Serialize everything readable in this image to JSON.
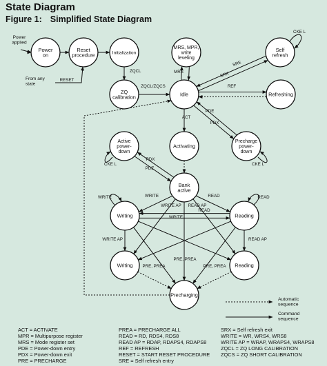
{
  "header": {
    "page_title": "State Diagram",
    "figure_label": "Figure 1:",
    "figure_title": "Simplified State Diagram"
  },
  "states": {
    "power_on": [
      "Power",
      "on"
    ],
    "reset_procedure": [
      "Reset",
      "procedure"
    ],
    "initialization": [
      "Initialization"
    ],
    "mrs_mpr_write_leveling": [
      "MRS, MPR,",
      "write",
      "leveling"
    ],
    "self_refresh": [
      "Self",
      "refresh"
    ],
    "zq_calibration": [
      "ZQ",
      "calibration"
    ],
    "idle": [
      "Idle"
    ],
    "refreshing": [
      "Refreshing"
    ],
    "active_power_down": [
      "Active",
      "power-",
      "down"
    ],
    "activating": [
      "Activating"
    ],
    "precharge_power_down": [
      "Precharge",
      "power-",
      "down"
    ],
    "bank_active": [
      "Bank",
      "active"
    ],
    "writing_top": [
      "Writing"
    ],
    "reading_top": [
      "Reading"
    ],
    "writing_bottom": [
      "Writing"
    ],
    "reading_bottom": [
      "Reading"
    ],
    "precharging": [
      "Precharging"
    ]
  },
  "texts": {
    "power_applied": [
      "Power",
      "applied"
    ],
    "from_any_state": [
      "From any",
      "state"
    ],
    "reset": "RESET",
    "zqcl_init": "ZQCL",
    "zqcl_zqcs": "ZQCL/ZQCS",
    "mrs": "MRS",
    "sre": "SRE",
    "srx": "SRX",
    "ref": "REF",
    "cke_l_self": "CKE L",
    "act": "ACT",
    "pde": "PDE",
    "pdx": "PDX",
    "cke_l_left": "CKE L",
    "cke_l_right": "CKE L",
    "pdx_left": "PDX",
    "pde_left": "PDE",
    "write": "WRITE",
    "read": "READ",
    "write_ap_1": "WRITE AP",
    "read_ap_1": "READ AP",
    "write_loop": "WRITE",
    "read_loop": "READ",
    "write_mid": "WRITE",
    "read_mid": "READ",
    "write_ap_2": "WRITE AP",
    "read_ap_2": "READ AP",
    "pre_prea_1": "PRE, PREA",
    "pre_prea_2": "PRE, PREA",
    "pre_prea_3": "PRE, PREA",
    "automatic_sequence": [
      "Automatic",
      "sequence"
    ],
    "command_sequence": [
      "Command",
      "sequence"
    ]
  },
  "legend": {
    "left": [
      "ACT = ACTIVATE",
      "MPR = Multipurpose register",
      "MRS = Mode register set",
      "PDE = Power-down entry",
      "PDX = Power-down exit",
      "PRE = PRECHARGE"
    ],
    "middle": [
      "PREA = PRECHARGE ALL",
      "READ = RD, RDS4, RDS8",
      "READ AP = RDAP, RDAPS4, RDAPS8",
      "REF = REFRESH",
      "RESET = START RESET PROCEDURE",
      "SRE = Self refresh entry"
    ],
    "right": [
      "SRX = Self refresh exit",
      "WRITE = WR, WRS4, WRS8",
      "WRITE AP = WRAP, WRAPS4, WRAPS8",
      "ZQCL = ZQ LONG CALIBRATION",
      "ZQCS = ZQ SHORT CALIBRATION"
    ]
  },
  "colors": {
    "background": "#d6e8df",
    "state_fill": "#ffffff",
    "ink": "#111111"
  }
}
